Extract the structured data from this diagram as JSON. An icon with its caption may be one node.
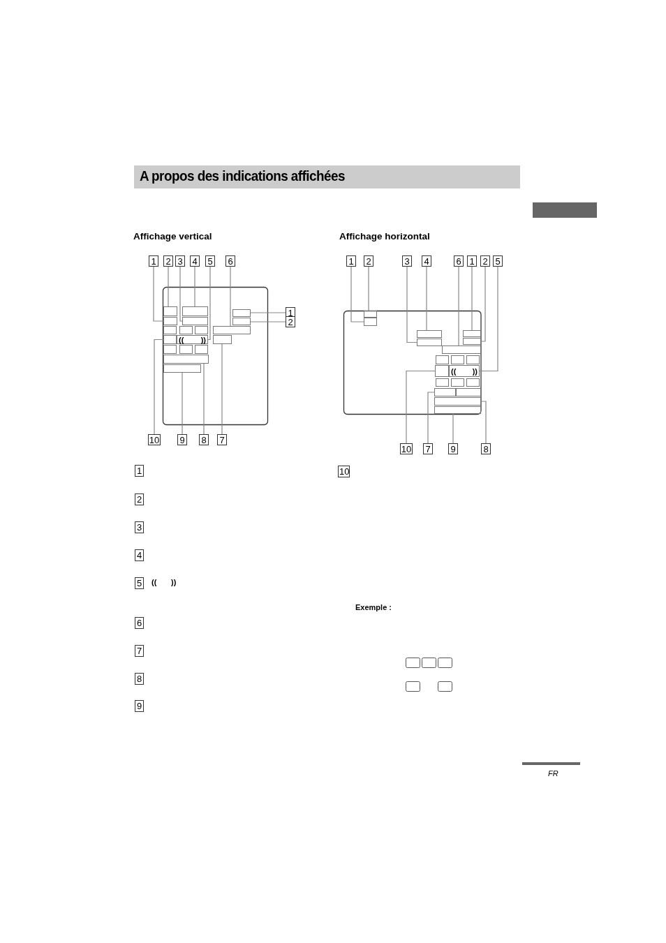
{
  "diagram": {
    "title": "A propos des indications affichées",
    "nodes": [
      {
        "text": [
          "1"
        ]
      },
      {
        "text": [
          "2"
        ]
      },
      {
        "text": [
          "3"
        ]
      },
      {
        "text": [
          "4"
        ]
      },
      {
        "text": [
          "5"
        ]
      },
      {
        "text": [
          "6"
        ]
      },
      {
        "text": [
          "1"
        ]
      },
      {
        "text": [
          "2"
        ]
      },
      {
        "text": [
          "10"
        ]
      },
      {
        "text": [
          "9"
        ]
      },
      {
        "text": [
          "8"
        ]
      },
      {
        "text": [
          "7"
        ]
      },
      {
        "text": [],
        "shape": "box"
      },
      {
        "text": [],
        "shape": "box"
      },
      {
        "text": [],
        "shape": "box"
      },
      {
        "text": [],
        "shape": "box"
      },
      {
        "text": [],
        "shape": "box"
      },
      {
        "text": [],
        "shape": "box"
      },
      {
        "text": [],
        "shape": "box"
      },
      {
        "text": [],
        "shape": "box"
      },
      {
        "text": [],
        "shape": "box"
      },
      {
        "text": [],
        "shape": "box"
      },
      {
        "text": [],
        "shape": "box"
      },
      {
        "text": [
          "((",
          "))"
        ]
      },
      {
        "text": [],
        "shape": "box"
      },
      {
        "text": [],
        "shape": "box"
      },
      {
        "text": [],
        "shape": "box"
      },
      {
        "text": [],
        "shape": "box"
      },
      {
        "text": [],
        "shape": "box"
      },
      {
        "text": [],
        "shape": "box"
      },
      {
        "text": [
          "1"
        ]
      },
      {
        "text": [
          "2"
        ]
      },
      {
        "text": [
          "3"
        ]
      },
      {
        "text": [
          "4"
        ]
      },
      {
        "text": [
          "6"
        ]
      },
      {
        "text": [
          "1"
        ]
      },
      {
        "text": [
          "2"
        ]
      },
      {
        "text": [
          "5"
        ]
      },
      {
        "text": [
          "10"
        ]
      },
      {
        "text": [
          "7"
        ]
      },
      {
        "text": [
          "9"
        ]
      },
      {
        "text": [
          "8"
        ]
      },
      {
        "text": [],
        "shape": "box"
      },
      {
        "text": [],
        "shape": "box"
      },
      {
        "text": [],
        "shape": "box"
      },
      {
        "text": [],
        "shape": "box"
      },
      {
        "text": [],
        "shape": "box"
      },
      {
        "text": [],
        "shape": "box"
      },
      {
        "text": [],
        "shape": "box"
      },
      {
        "text": [],
        "shape": "box"
      },
      {
        "text": [],
        "shape": "box"
      },
      {
        "text": [],
        "shape": "box"
      },
      {
        "text": [],
        "shape": "box"
      },
      {
        "text": [
          "((",
          "))"
        ]
      },
      {
        "text": [],
        "shape": "box"
      },
      {
        "text": [],
        "shape": "box"
      },
      {
        "text": [],
        "shape": "box"
      },
      {
        "text": [],
        "shape": "box"
      },
      {
        "text": [],
        "shape": "box"
      },
      {
        "text": [],
        "shape": "box"
      },
      {
        "text": [],
        "shape": "box"
      },
      {
        "text": [],
        "shape": "bar"
      }
    ],
    "edges": [
      {
        "from": 0,
        "to": 15,
        "arrow": "none"
      },
      {
        "from": 1,
        "to": 12,
        "arrow": "none"
      },
      {
        "from": 2,
        "to": 16,
        "arrow": "none"
      },
      {
        "from": 3,
        "to": 13,
        "arrow": "none"
      },
      {
        "from": 4,
        "to": 23,
        "arrow": "none"
      },
      {
        "from": 5,
        "to": 21,
        "arrow": "none"
      },
      {
        "from": 6,
        "to": 14,
        "arrow": "none"
      },
      {
        "from": 7,
        "to": 17,
        "arrow": "none"
      },
      {
        "from": 8,
        "to": 22,
        "arrow": "none"
      },
      {
        "from": 9,
        "to": 29,
        "arrow": "none"
      },
      {
        "from": 10,
        "to": 28,
        "arrow": "none"
      },
      {
        "from": 11,
        "to": 24,
        "arrow": "none"
      },
      {
        "from": 30,
        "to": 43,
        "arrow": "none"
      },
      {
        "from": 31,
        "to": 42,
        "arrow": "none"
      },
      {
        "from": 32,
        "to": 46,
        "arrow": "none"
      },
      {
        "from": 33,
        "to": 44,
        "arrow": "none"
      },
      {
        "from": 34,
        "to": 48,
        "arrow": "none"
      },
      {
        "from": 35,
        "to": 45,
        "arrow": "none"
      },
      {
        "from": 36,
        "to": 47,
        "arrow": "none"
      },
      {
        "from": 37,
        "to": 53,
        "arrow": "none"
      },
      {
        "from": 38,
        "to": 52,
        "arrow": "none"
      },
      {
        "from": 39,
        "to": 57,
        "arrow": "none"
      },
      {
        "from": 40,
        "to": 60,
        "arrow": "none"
      },
      {
        "from": 41,
        "to": 59,
        "arrow": "none"
      }
    ],
    "labels": [
      "Affichage vertical",
      "Affichage horizontal",
      "1",
      "2",
      "3",
      "4",
      "5",
      "((",
      "))",
      "6",
      "7",
      "8",
      "9",
      "10",
      "Exemple :",
      "FR"
    ]
  }
}
